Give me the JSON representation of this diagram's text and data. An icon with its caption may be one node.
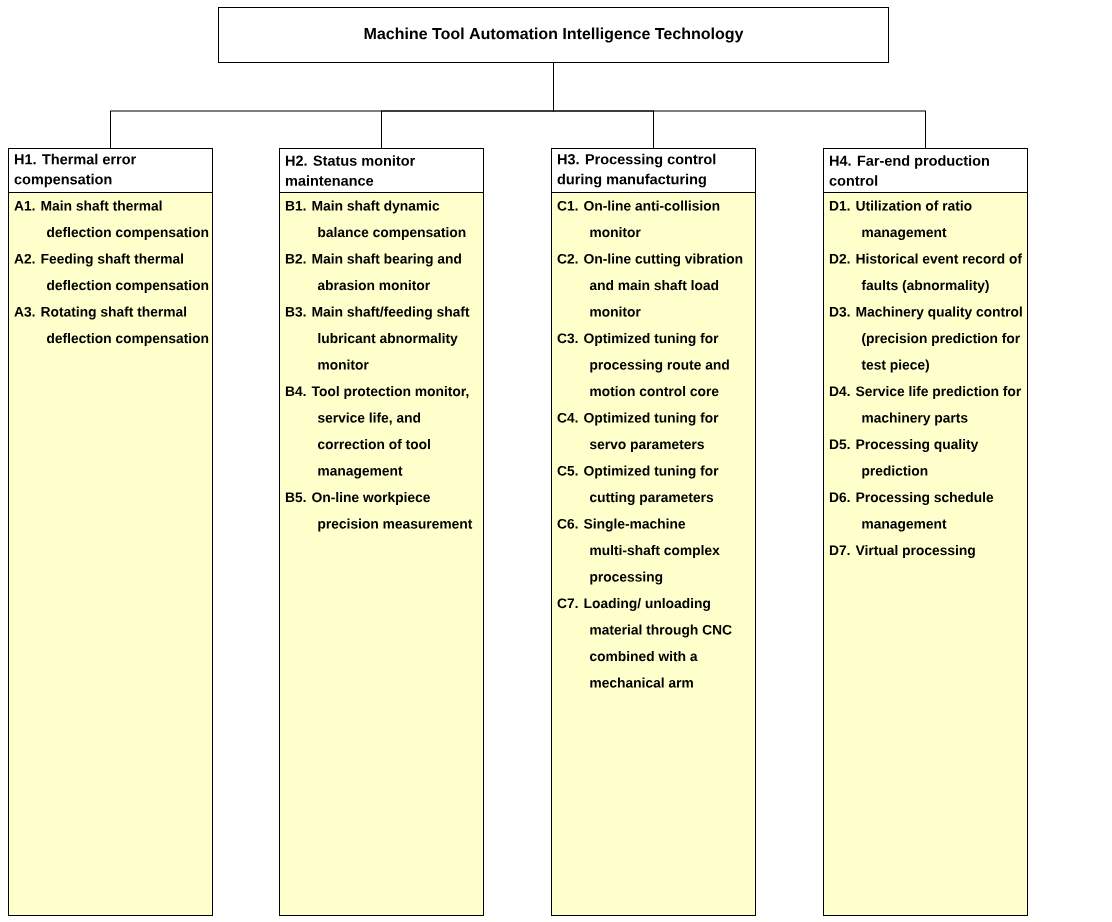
{
  "diagram": {
    "nodes": [
      {
        "text": [
          "Machine Tool Automation Intelligence Technology"
        ]
      },
      {
        "text": [
          "H1. Thermal error compensation"
        ]
      },
      {
        "text": [
          "A1. Main shaft thermal deflection compensation",
          "A2. Feeding shaft thermal deflection compensation",
          "A3. Rotating shaft thermal deflection compensation"
        ]
      },
      {
        "text": [
          "H2. Status monitor maintenance"
        ]
      },
      {
        "text": [
          "B1. Main shaft dynamic balance compensation",
          "B2. Main shaft bearing and abrasion monitor",
          "B3. Main shaft/feeding shaft lubricant abnormality monitor",
          "B4. Tool protection monitor, service life, and correction of tool management",
          "B5. On-line workpiece precision measurement"
        ]
      },
      {
        "text": [
          "H3. Processing control during manufacturing"
        ]
      },
      {
        "text": [
          "C1. On-line anti-collision monitor",
          "C2. On-line cutting vibration and main shaft load monitor",
          "C3. Optimized tuning for processing route and motion control core",
          "C4. Optimized tuning for servo parameters",
          "C5. Optimized tuning for cutting parameters",
          "C6. Single-machine multi-shaft complex processing",
          "C7. Loading/ unloading material through CNC combined with a mechanical arm"
        ]
      },
      {
        "text": [
          "H4. Far-end production control"
        ]
      },
      {
        "text": [
          "D1. Utilization of ratio management",
          "D2. Historical event record of faults (abnormality)",
          "D3. Machinery quality control (precision prediction for test piece)",
          "D4. Service life prediction for machinery parts",
          "D5. Processing quality prediction",
          "D6. Processing schedule management",
          "D7. Virtual processing"
        ]
      }
    ],
    "edges": [
      {
        "from": 0,
        "to": 1,
        "arrow": "none"
      },
      {
        "from": 0,
        "to": 3,
        "arrow": "none"
      },
      {
        "from": 0,
        "to": 5,
        "arrow": "none"
      },
      {
        "from": 0,
        "to": 7,
        "arrow": "none"
      }
    ]
  }
}
